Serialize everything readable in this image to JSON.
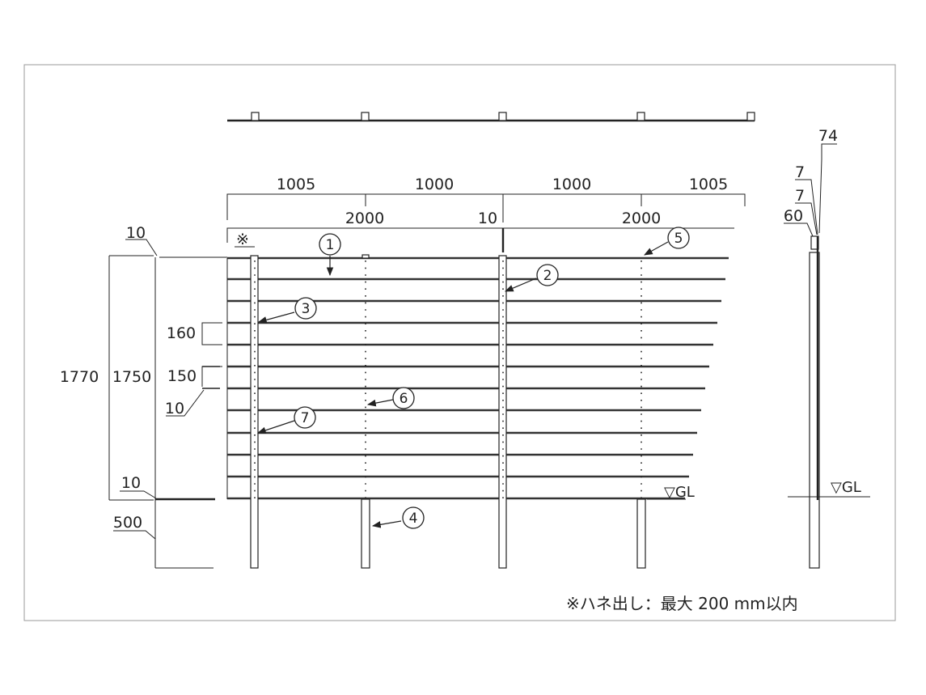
{
  "top_dimensions": {
    "segments": [
      "1005",
      "1000",
      "1000",
      "1005"
    ],
    "spans": [
      "2000",
      "10",
      "2000"
    ]
  },
  "left_dimensions": {
    "top_gap": "10",
    "total_height": "1770",
    "slat_height": "1750",
    "pitch": "160",
    "slat_width": "150",
    "slat_gap": "10",
    "bottom_gap": "10",
    "embed_depth": "500"
  },
  "overhang_mark": "※",
  "side_dimensions": [
    "74",
    "7",
    "7",
    "60"
  ],
  "ground_label": "▽GL",
  "part_labels": [
    "1",
    "2",
    "3",
    "4",
    "5",
    "6",
    "7"
  ],
  "note": "※ハネ出し：最大 200 mm以内"
}
